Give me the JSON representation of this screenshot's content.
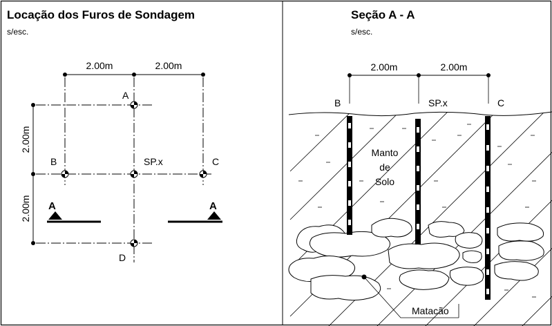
{
  "plan": {
    "title": "Locação dos Furos de Sondagem",
    "scale": "s/esc.",
    "dim_x1": "2.00m",
    "dim_x2": "2.00m",
    "dim_y1": "2.00m",
    "dim_y2": "2.00m",
    "label_a": "A",
    "label_b": "B",
    "label_c": "C",
    "label_d": "D",
    "label_sp": "SP.x",
    "section_left": "A",
    "section_right": "A"
  },
  "section": {
    "title": "Seção A - A",
    "scale": "s/esc.",
    "dim_x1": "2.00m",
    "dim_x2": "2.00m",
    "label_b": "B",
    "label_sp": "SP.x",
    "label_c": "C",
    "soil_line1": "Manto",
    "soil_line2": "de",
    "soil_line3": "Solo",
    "boulder_label": "Matacão"
  }
}
